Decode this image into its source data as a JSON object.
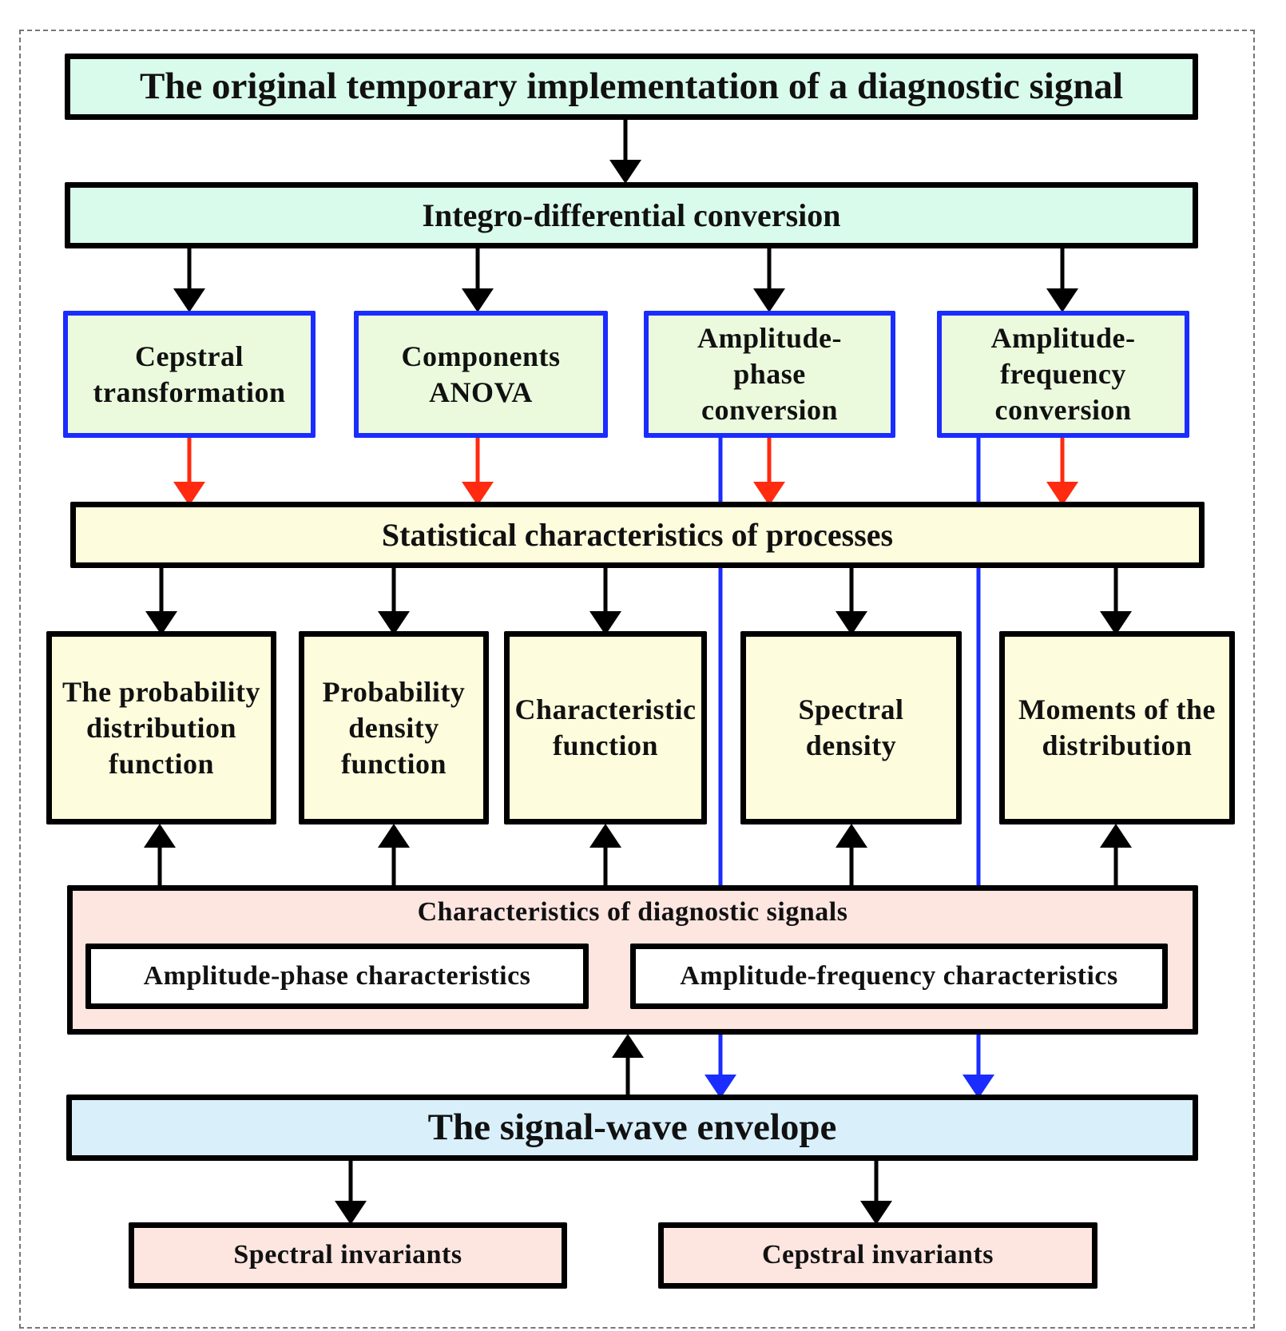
{
  "diagram": {
    "top": "The original temporary implementation of a diagnostic signal",
    "conversion": "Integro-differential conversion",
    "transforms": [
      {
        "line1": "Cepstral",
        "line2": "transformation",
        "line3": ""
      },
      {
        "line1": "Components",
        "line2": "ANOVA",
        "line3": ""
      },
      {
        "line1": "Amplitude-",
        "line2": "phase",
        "line3": "conversion"
      },
      {
        "line1": "Amplitude-",
        "line2": "frequency",
        "line3": "conversion"
      }
    ],
    "statistical": "Statistical characteristics of processes",
    "functions": [
      {
        "line1": "The probability",
        "line2": "distribution",
        "line3": "function"
      },
      {
        "line1": "Probability",
        "line2": "density",
        "line3": "function"
      },
      {
        "line1": "Characteristic",
        "line2": "function",
        "line3": ""
      },
      {
        "line1": "Spectral",
        "line2": "density",
        "line3": ""
      },
      {
        "line1": "Moments of the",
        "line2": "distribution",
        "line3": ""
      }
    ],
    "diagnostic": {
      "title": "Characteristics of diagnostic signals",
      "items": [
        "Amplitude-phase characteristics",
        "Amplitude-frequency characteristics"
      ]
    },
    "envelope": "The signal-wave envelope",
    "invariants": [
      "Spectral invariants",
      "Cepstral invariants"
    ]
  },
  "colors": {
    "black_arrow": "#000000",
    "red_arrow": "#ff2a0f",
    "blue_line": "#1a2cff",
    "frame": "#777777"
  }
}
